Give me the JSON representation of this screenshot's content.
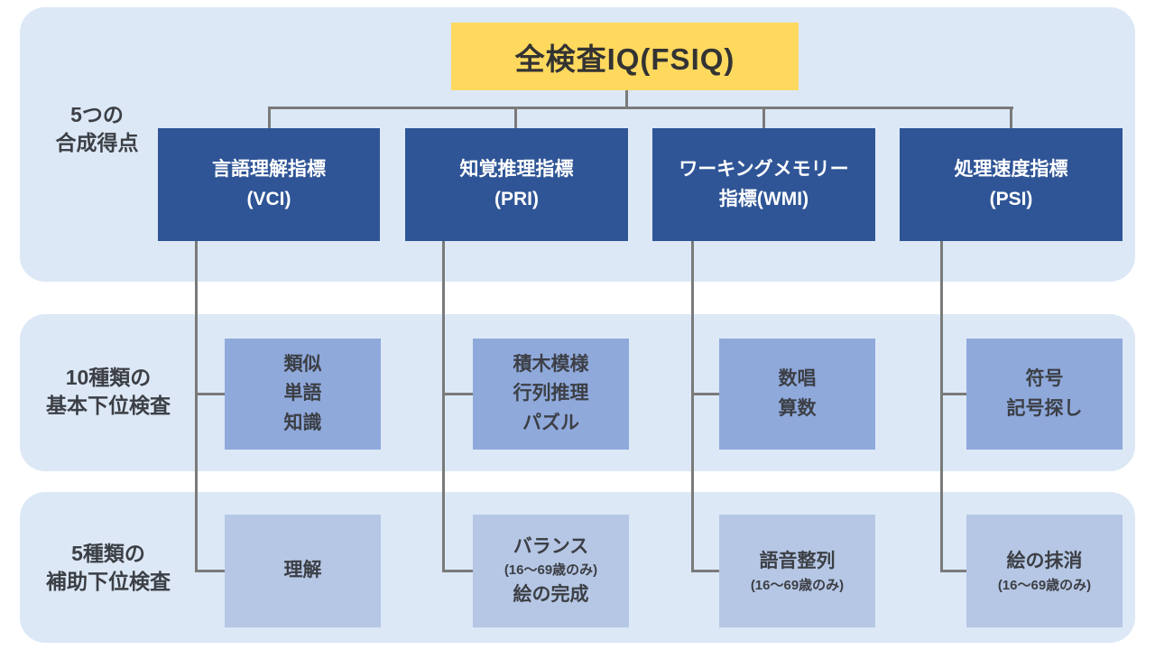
{
  "colors": {
    "band_bg": "#dce8f6",
    "fsiq_bg": "#ffd95e",
    "index_box_bg": "#2f5596",
    "basic_box_bg": "#8fa9db",
    "supplementary_box_bg": "#b6c7e5",
    "connector_line": "#7a7a7a",
    "dark_text": "#3c3f45",
    "index_text": "#ffffff"
  },
  "fsiq": {
    "label": "全検査IQ(FSIQ)"
  },
  "row_labels": {
    "composite": "5つの\n合成得点",
    "basic": "10種類の\n基本下位検査",
    "supplementary": "5種類の\n補助下位検査"
  },
  "indexes": [
    {
      "label": "言語理解指標\n(VCI)"
    },
    {
      "label": "知覚推理指標\n(PRI)"
    },
    {
      "label": "ワーキングメモリー\n指標(WMI)"
    },
    {
      "label": "処理速度指標\n(PSI)"
    }
  ],
  "basic_subtests": [
    {
      "label": "類似\n単語\n知識"
    },
    {
      "label": "積木模様\n行列推理\nパズル"
    },
    {
      "label": "数唱\n算数"
    },
    {
      "label": "符号\n記号探し"
    }
  ],
  "supplementary_subtests": [
    {
      "main": "理解",
      "note": "",
      "extra": ""
    },
    {
      "main": "バランス",
      "note": "(16〜69歳のみ)",
      "extra": "絵の完成"
    },
    {
      "main": "語音整列",
      "note": "(16〜69歳のみ)",
      "extra": ""
    },
    {
      "main": "絵の抹消",
      "note": "(16〜69歳のみ)",
      "extra": ""
    }
  ]
}
